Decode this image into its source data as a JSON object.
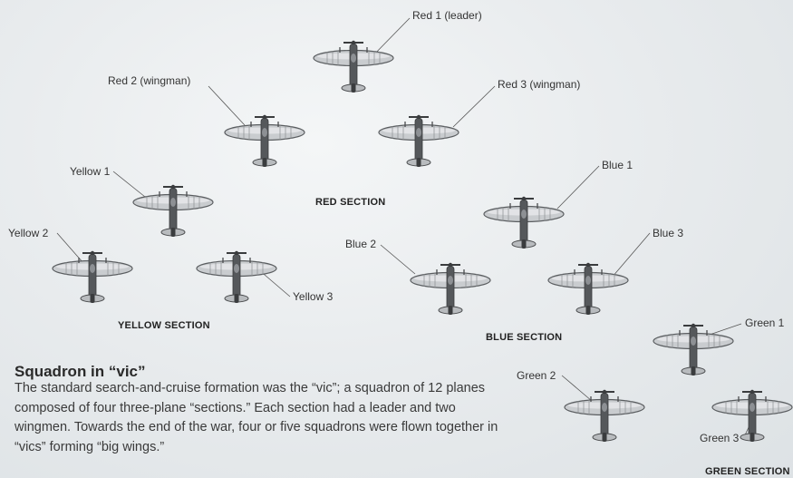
{
  "labels": {
    "red1": "Red 1 (leader)",
    "red2": "Red 2 (wingman)",
    "red3": "Red 3 (wingman)",
    "yellow1": "Yellow 1",
    "yellow2": "Yellow 2",
    "yellow3": "Yellow 3",
    "blue1": "Blue 1",
    "blue2": "Blue 2",
    "blue3": "Blue 3",
    "green1": "Green 1",
    "green2": "Green 2",
    "green3": "Green 3"
  },
  "sections": {
    "red": "RED SECTION",
    "yellow": "YELLOW SECTION",
    "blue": "BLUE SECTION",
    "green": "GREEN SECTION"
  },
  "caption": {
    "title": "Squadron in “vic”",
    "body": "The standard search-and-cruise formation was the “vic”; a squadron of 12 planes composed of four three-plane “sections.” Each section had a leader and two wingmen. Towards the end of the war, four or five squadrons were flown together in “vics” forming “big wings.”"
  },
  "icons": {
    "plane": "spitfire-plane-icon"
  },
  "colors": {
    "fuselage": "#4a4c4e",
    "wing": "#cfd2d4",
    "text": "#333333"
  }
}
